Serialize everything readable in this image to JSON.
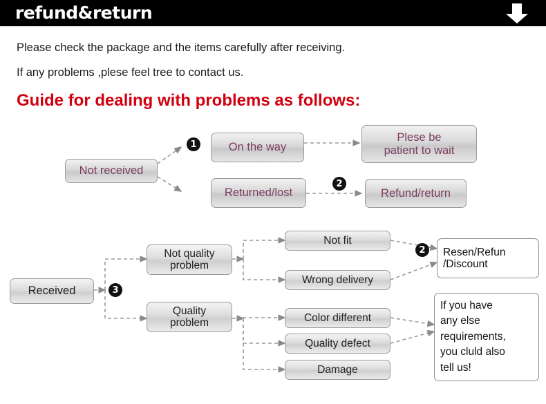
{
  "header": {
    "title": "refund&return",
    "arrow_icon": "down-arrow-icon"
  },
  "intro": {
    "line1": "Please check the package and the items carefully after receiving.",
    "line2": "If any problems ,plese feel tree to contact us.",
    "guide_heading": "Guide for dealing with problems as follows:"
  },
  "colors": {
    "header_bg": "#000000",
    "heading_red": "#d1000f",
    "box_text_purple": "#7a3b5e",
    "box_grey": "#d8d8d8"
  },
  "flow_top": {
    "start": "Not received",
    "branch1": "On the way",
    "branch2": "Returned/lost",
    "result1_line1": "Plese be",
    "result1_line2": "patient to wait",
    "result2": "Refund/return",
    "bullet1": "1",
    "bullet2": "2"
  },
  "flow_bottom": {
    "start": "Received",
    "bullet3": "3",
    "bullet2": "2",
    "branch1_line1": "Not quality",
    "branch1_line2": "problem",
    "branch2_line1": "Quality",
    "branch2_line2": "problem",
    "items": [
      "Not fit",
      "Wrong delivery",
      "Color different",
      "Quality defect",
      "Damage"
    ],
    "result1_line1": "Resen/Refun",
    "result1_line2": "/Discount",
    "result2_line1": "If you have",
    "result2_line2": "any else",
    "result2_line3": "requirements,",
    "result2_line4": "you cluld also",
    "result2_line5": "tell us!"
  }
}
